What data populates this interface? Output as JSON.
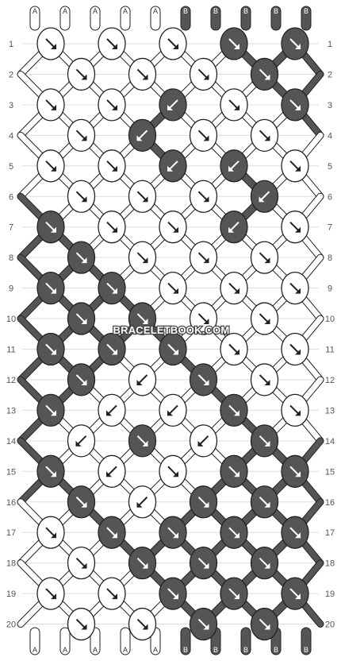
{
  "watermark": "BRACELETBOOK.COM",
  "colors": {
    "A": "#ffffff",
    "B": "#555555",
    "outline": "#222222",
    "background": "#ffffff"
  },
  "strings_top": [
    "A",
    "A",
    "A",
    "A",
    "A",
    "B",
    "B",
    "B",
    "B",
    "B"
  ],
  "strings_bottom": [
    "A",
    "A",
    "A",
    "A",
    "A",
    "B",
    "B",
    "B",
    "B",
    "B"
  ],
  "row_numbers": [
    "1",
    "2",
    "3",
    "4",
    "5",
    "6",
    "7",
    "8",
    "9",
    "10",
    "11",
    "12",
    "13",
    "14",
    "15",
    "16",
    "17",
    "18",
    "19",
    "20"
  ],
  "knots": [
    {
      "row": 1,
      "col": 0,
      "color": "A",
      "dir": "right"
    },
    {
      "row": 1,
      "col": 2,
      "color": "A",
      "dir": "right"
    },
    {
      "row": 1,
      "col": 4,
      "color": "A",
      "dir": "right"
    },
    {
      "row": 1,
      "col": 6,
      "color": "B",
      "dir": "right"
    },
    {
      "row": 1,
      "col": 8,
      "color": "B",
      "dir": "right"
    },
    {
      "row": 2,
      "col": 1,
      "color": "A",
      "dir": "right"
    },
    {
      "row": 2,
      "col": 3,
      "color": "A",
      "dir": "right"
    },
    {
      "row": 2,
      "col": 5,
      "color": "A",
      "dir": "right"
    },
    {
      "row": 2,
      "col": 7,
      "color": "B",
      "dir": "right"
    },
    {
      "row": 3,
      "col": 0,
      "color": "A",
      "dir": "right"
    },
    {
      "row": 3,
      "col": 2,
      "color": "A",
      "dir": "right"
    },
    {
      "row": 3,
      "col": 4,
      "color": "B",
      "dir": "left"
    },
    {
      "row": 3,
      "col": 6,
      "color": "A",
      "dir": "right"
    },
    {
      "row": 3,
      "col": 8,
      "color": "B",
      "dir": "right"
    },
    {
      "row": 4,
      "col": 1,
      "color": "A",
      "dir": "right"
    },
    {
      "row": 4,
      "col": 3,
      "color": "B",
      "dir": "left"
    },
    {
      "row": 4,
      "col": 5,
      "color": "A",
      "dir": "right"
    },
    {
      "row": 4,
      "col": 7,
      "color": "A",
      "dir": "right"
    },
    {
      "row": 5,
      "col": 0,
      "color": "A",
      "dir": "right"
    },
    {
      "row": 5,
      "col": 2,
      "color": "A",
      "dir": "right"
    },
    {
      "row": 5,
      "col": 4,
      "color": "B",
      "dir": "left"
    },
    {
      "row": 5,
      "col": 6,
      "color": "B",
      "dir": "left"
    },
    {
      "row": 5,
      "col": 8,
      "color": "A",
      "dir": "right"
    },
    {
      "row": 6,
      "col": 1,
      "color": "A",
      "dir": "right"
    },
    {
      "row": 6,
      "col": 3,
      "color": "A",
      "dir": "right"
    },
    {
      "row": 6,
      "col": 5,
      "color": "A",
      "dir": "right"
    },
    {
      "row": 6,
      "col": 7,
      "color": "B",
      "dir": "left"
    },
    {
      "row": 7,
      "col": 0,
      "color": "B",
      "dir": "right"
    },
    {
      "row": 7,
      "col": 2,
      "color": "A",
      "dir": "right"
    },
    {
      "row": 7,
      "col": 4,
      "color": "A",
      "dir": "right"
    },
    {
      "row": 7,
      "col": 6,
      "color": "B",
      "dir": "left"
    },
    {
      "row": 7,
      "col": 8,
      "color": "A",
      "dir": "right"
    },
    {
      "row": 8,
      "col": 1,
      "color": "B",
      "dir": "right"
    },
    {
      "row": 8,
      "col": 3,
      "color": "A",
      "dir": "right"
    },
    {
      "row": 8,
      "col": 5,
      "color": "A",
      "dir": "right"
    },
    {
      "row": 8,
      "col": 7,
      "color": "A",
      "dir": "right"
    },
    {
      "row": 9,
      "col": 0,
      "color": "B",
      "dir": "right"
    },
    {
      "row": 9,
      "col": 2,
      "color": "B",
      "dir": "right"
    },
    {
      "row": 9,
      "col": 4,
      "color": "A",
      "dir": "right"
    },
    {
      "row": 9,
      "col": 6,
      "color": "A",
      "dir": "right"
    },
    {
      "row": 9,
      "col": 8,
      "color": "A",
      "dir": "right"
    },
    {
      "row": 10,
      "col": 1,
      "color": "B",
      "dir": "right"
    },
    {
      "row": 10,
      "col": 3,
      "color": "B",
      "dir": "right"
    },
    {
      "row": 10,
      "col": 5,
      "color": "A",
      "dir": "right"
    },
    {
      "row": 10,
      "col": 7,
      "color": "A",
      "dir": "right"
    },
    {
      "row": 11,
      "col": 0,
      "color": "B",
      "dir": "right"
    },
    {
      "row": 11,
      "col": 2,
      "color": "B",
      "dir": "right"
    },
    {
      "row": 11,
      "col": 4,
      "color": "B",
      "dir": "right"
    },
    {
      "row": 11,
      "col": 6,
      "color": "A",
      "dir": "right"
    },
    {
      "row": 11,
      "col": 8,
      "color": "A",
      "dir": "right"
    },
    {
      "row": 12,
      "col": 1,
      "color": "B",
      "dir": "right"
    },
    {
      "row": 12,
      "col": 3,
      "color": "A",
      "dir": "left"
    },
    {
      "row": 12,
      "col": 5,
      "color": "B",
      "dir": "right"
    },
    {
      "row": 12,
      "col": 7,
      "color": "A",
      "dir": "right"
    },
    {
      "row": 13,
      "col": 0,
      "color": "B",
      "dir": "right"
    },
    {
      "row": 13,
      "col": 2,
      "color": "A",
      "dir": "left"
    },
    {
      "row": 13,
      "col": 4,
      "color": "A",
      "dir": "left"
    },
    {
      "row": 13,
      "col": 6,
      "color": "B",
      "dir": "right"
    },
    {
      "row": 13,
      "col": 8,
      "color": "A",
      "dir": "right"
    },
    {
      "row": 14,
      "col": 1,
      "color": "A",
      "dir": "left"
    },
    {
      "row": 14,
      "col": 3,
      "color": "B",
      "dir": "right"
    },
    {
      "row": 14,
      "col": 5,
      "color": "A",
      "dir": "left"
    },
    {
      "row": 14,
      "col": 7,
      "color": "B",
      "dir": "right"
    },
    {
      "row": 15,
      "col": 0,
      "color": "B",
      "dir": "right"
    },
    {
      "row": 15,
      "col": 2,
      "color": "A",
      "dir": "left"
    },
    {
      "row": 15,
      "col": 4,
      "color": "A",
      "dir": "right"
    },
    {
      "row": 15,
      "col": 6,
      "color": "B",
      "dir": "right"
    },
    {
      "row": 15,
      "col": 8,
      "color": "B",
      "dir": "right"
    },
    {
      "row": 16,
      "col": 1,
      "color": "B",
      "dir": "right"
    },
    {
      "row": 16,
      "col": 3,
      "color": "A",
      "dir": "left"
    },
    {
      "row": 16,
      "col": 5,
      "color": "B",
      "dir": "right"
    },
    {
      "row": 16,
      "col": 7,
      "color": "B",
      "dir": "right"
    },
    {
      "row": 17,
      "col": 0,
      "color": "A",
      "dir": "right"
    },
    {
      "row": 17,
      "col": 2,
      "color": "B",
      "dir": "right"
    },
    {
      "row": 17,
      "col": 4,
      "color": "B",
      "dir": "right"
    },
    {
      "row": 17,
      "col": 6,
      "color": "B",
      "dir": "right"
    },
    {
      "row": 17,
      "col": 8,
      "color": "B",
      "dir": "right"
    },
    {
      "row": 18,
      "col": 1,
      "color": "A",
      "dir": "right"
    },
    {
      "row": 18,
      "col": 3,
      "color": "B",
      "dir": "right"
    },
    {
      "row": 18,
      "col": 5,
      "color": "B",
      "dir": "right"
    },
    {
      "row": 18,
      "col": 7,
      "color": "B",
      "dir": "right"
    },
    {
      "row": 19,
      "col": 0,
      "color": "A",
      "dir": "right"
    },
    {
      "row": 19,
      "col": 2,
      "color": "A",
      "dir": "right"
    },
    {
      "row": 19,
      "col": 4,
      "color": "B",
      "dir": "right"
    },
    {
      "row": 19,
      "col": 6,
      "color": "B",
      "dir": "right"
    },
    {
      "row": 19,
      "col": 8,
      "color": "B",
      "dir": "right"
    },
    {
      "row": 20,
      "col": 1,
      "color": "A",
      "dir": "right"
    },
    {
      "row": 20,
      "col": 3,
      "color": "A",
      "dir": "right"
    },
    {
      "row": 20,
      "col": 5,
      "color": "B",
      "dir": "right"
    },
    {
      "row": 20,
      "col": 7,
      "color": "B",
      "dir": "right"
    }
  ]
}
